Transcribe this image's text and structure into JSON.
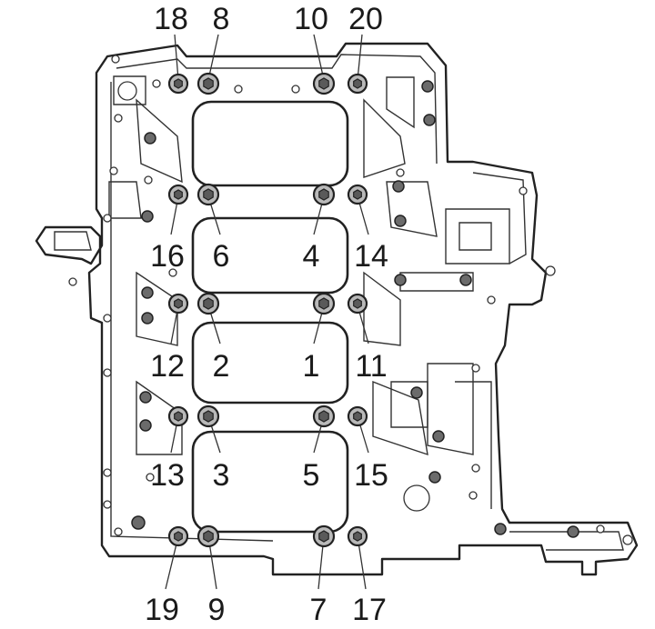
{
  "diagram": {
    "bolt_labels": [
      "1",
      "2",
      "3",
      "4",
      "5",
      "6",
      "7",
      "8",
      "9",
      "10",
      "11",
      "12",
      "13",
      "14",
      "15",
      "16",
      "17",
      "18",
      "19",
      "20"
    ]
  }
}
